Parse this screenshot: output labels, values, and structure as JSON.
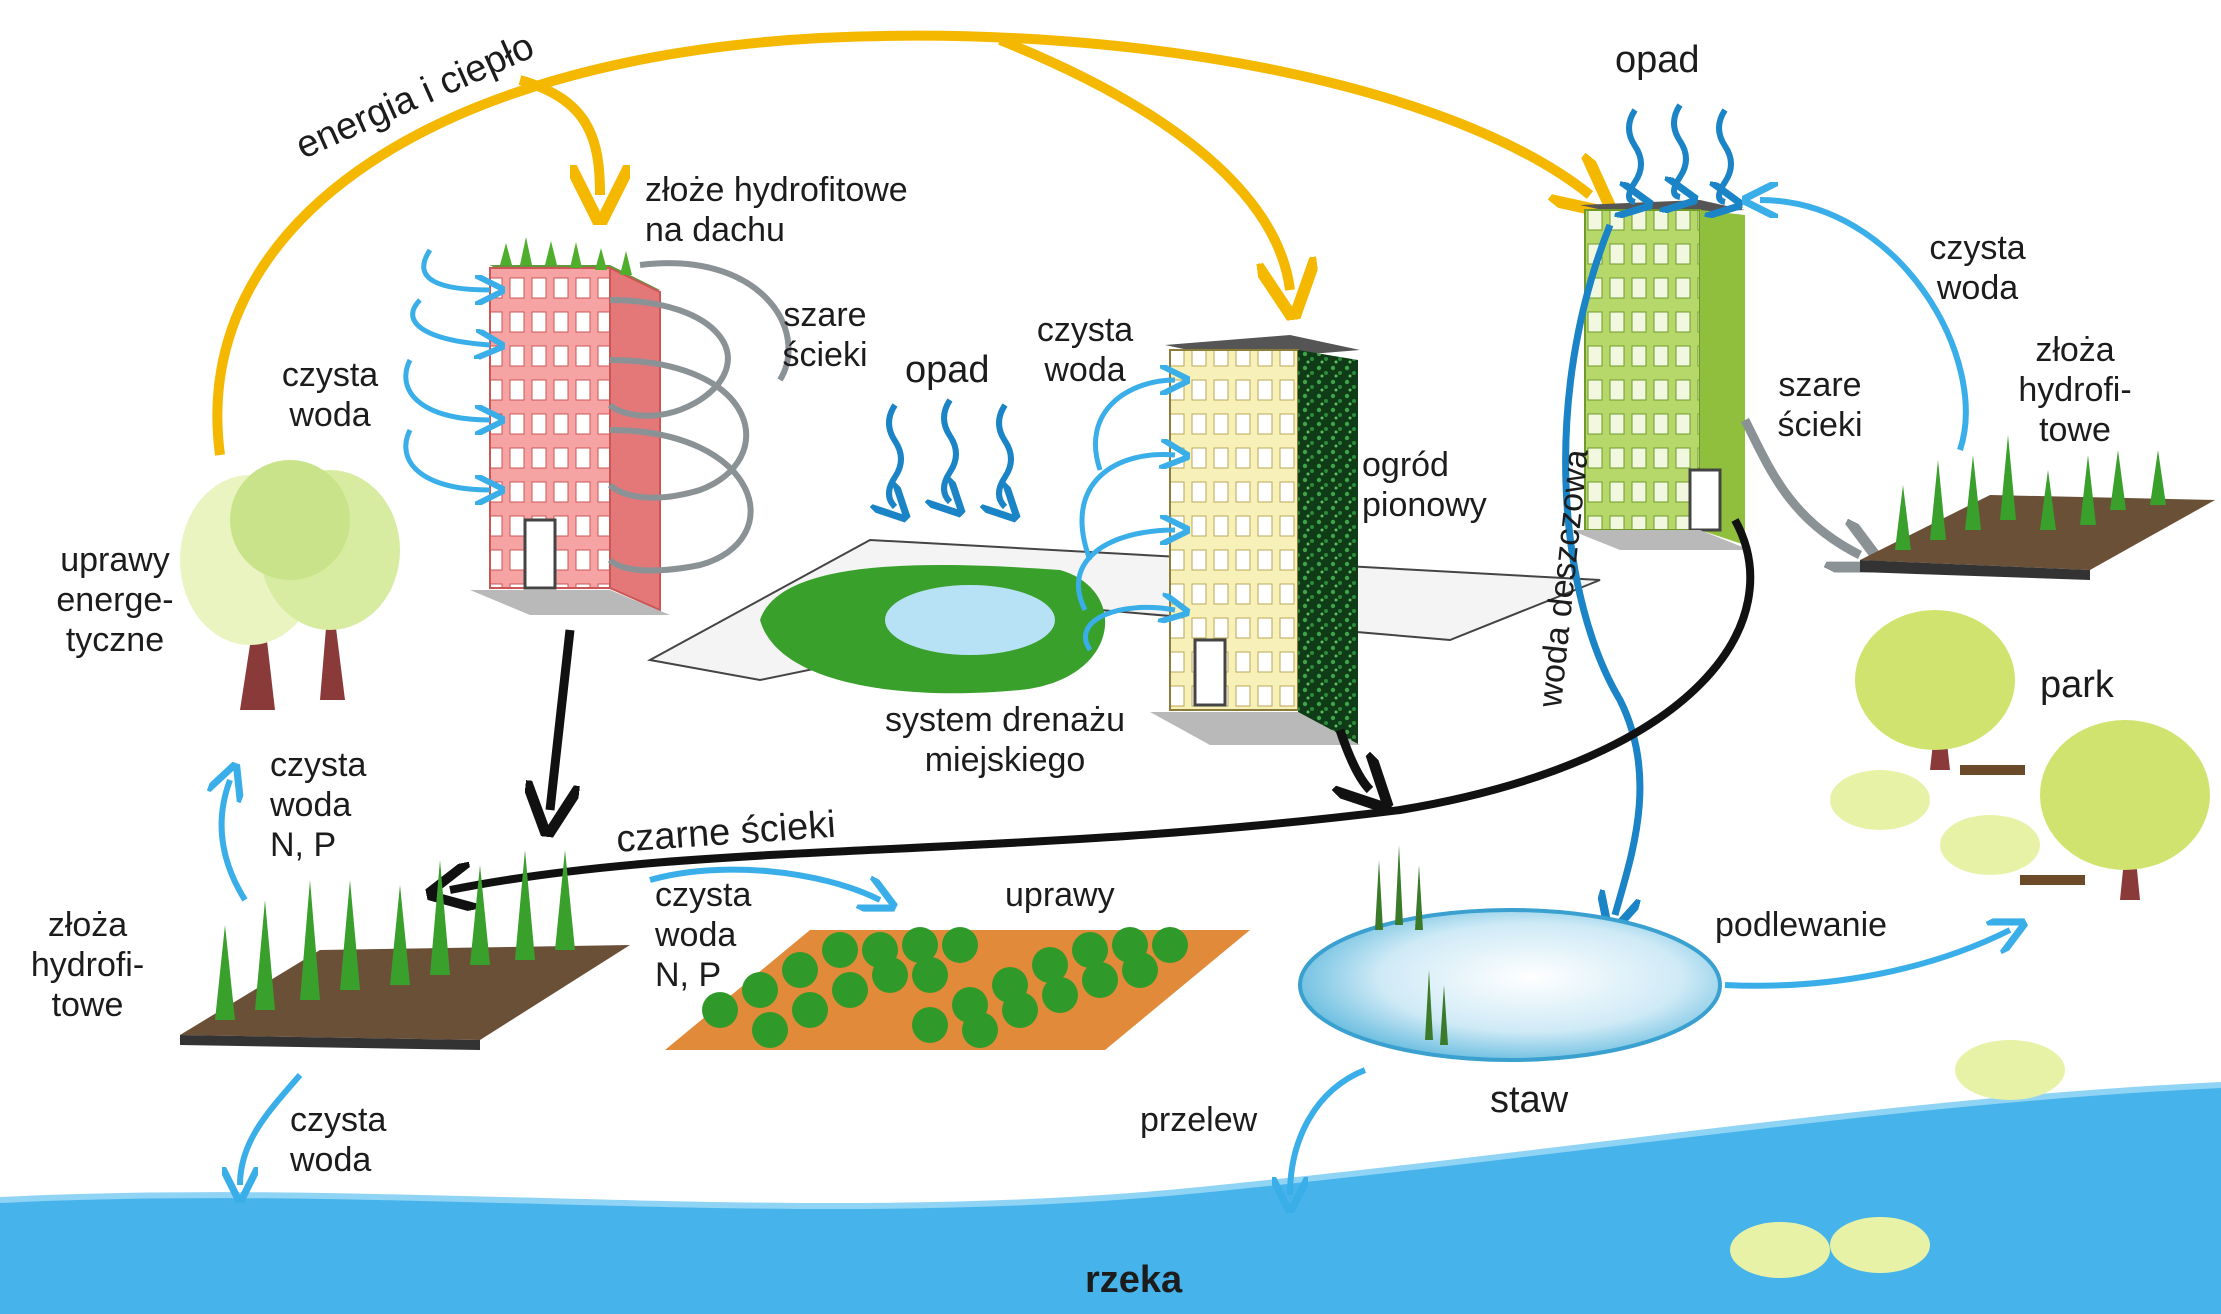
{
  "labels": {
    "energia": "energia i ciepło",
    "zloze_dach": "złoże hydrofitowe\nna dachu",
    "szare_sc_1": "szare\nścieki",
    "czysta_woda_1": "czysta\nwoda",
    "opad_1": "opad",
    "czysta_woda_2": "czysta\nwoda",
    "ogrod": "ogród\npionowy",
    "opad_2": "opad",
    "czysta_woda_3": "czysta\nwoda",
    "zloza_hydro_1": "złoża\nhydrofi-\ntowe",
    "szare_sc_2": "szare\nścieki",
    "woda_deszczowa": "woda deszczowa",
    "uprawy_energ": "uprawy\nenerge-\ntyczne",
    "system_dren": "system drenażu\nmiejskiego",
    "czarne_sc": "czarne ścieki",
    "park": "park",
    "czysta_woda_np_1": "czysta\nwoda\nN, P",
    "zloza_hydro_2": "złoża\nhydrofi-\ntowe",
    "czysta_woda_np_2": "czysta\nwoda\nN, P",
    "uprawy": "uprawy",
    "podlewanie": "podlewanie",
    "czysta_woda_4": "czysta\nwoda",
    "przelew": "przelew",
    "staw": "staw",
    "rzeka": "rzeka"
  },
  "colors": {
    "energy_arrow": "#f5b800",
    "clean_water": "#3aaee8",
    "grey_water": "#8a9296",
    "black_water": "#111111",
    "rainwater": "#1a84c7",
    "river": "#46b3ea",
    "building_red": "#f6a3a3",
    "building_yellow": "#f7f0b8",
    "building_green": "#b6d86a",
    "vegetation": "#3aa02c"
  }
}
